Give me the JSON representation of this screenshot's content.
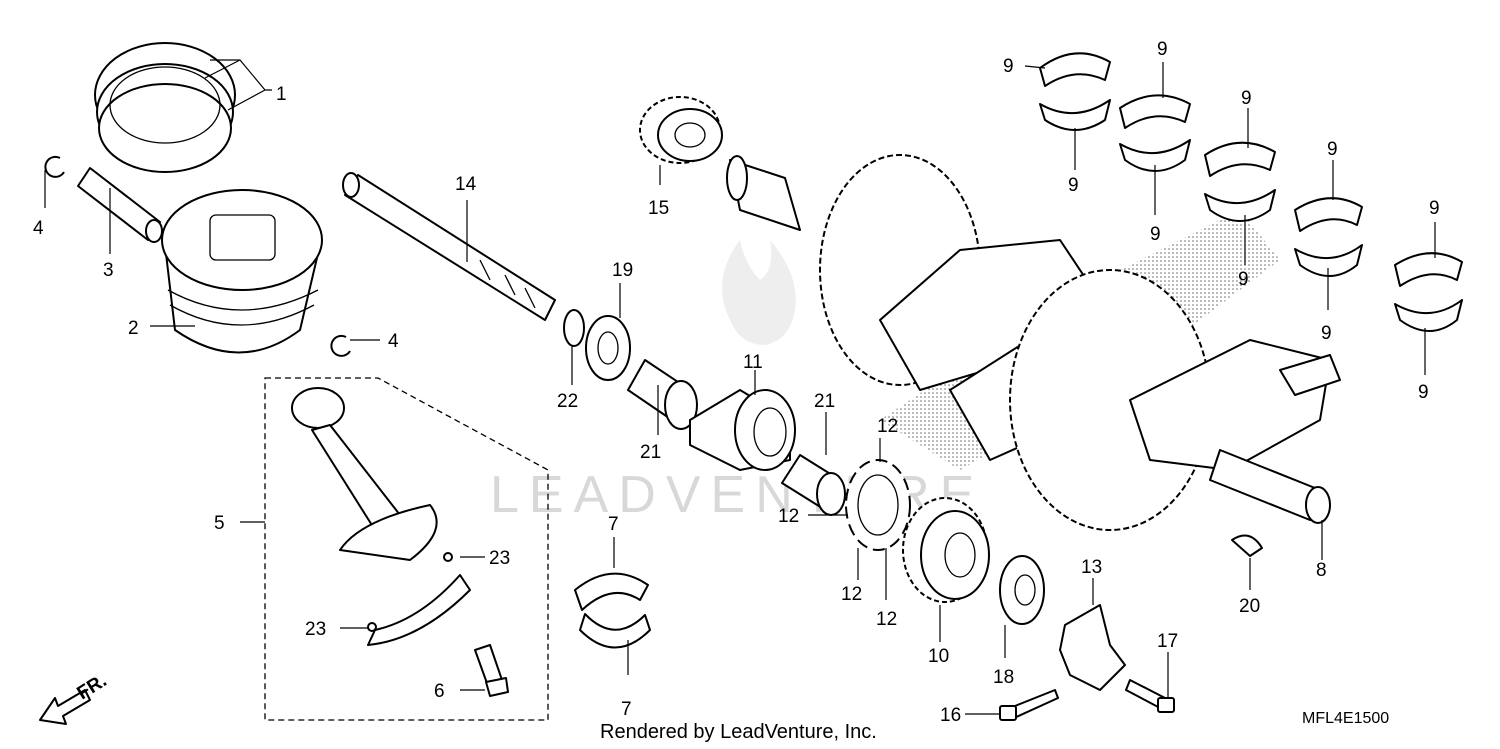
{
  "callouts": {
    "c1": "1",
    "c2": "2",
    "c3": "3",
    "c4a": "4",
    "c4b": "4",
    "c5": "5",
    "c6": "6",
    "c7a": "7",
    "c7b": "7",
    "c8": "8",
    "c9a": "9",
    "c9b": "9",
    "c9c": "9",
    "c9d": "9",
    "c9e": "9",
    "c9f": "9",
    "c9g": "9",
    "c9h": "9",
    "c9i": "9",
    "c9j": "9",
    "c10": "10",
    "c11": "11",
    "c12a": "12",
    "c12b": "12",
    "c12c": "12",
    "c12d": "12",
    "c13": "13",
    "c14": "14",
    "c15": "15",
    "c16": "16",
    "c17": "17",
    "c18": "18",
    "c19": "19",
    "c20": "20",
    "c21a": "21",
    "c21b": "21",
    "c22": "22",
    "c23a": "23",
    "c23b": "23"
  },
  "footer": {
    "credit": "Rendered by LeadVenture, Inc.",
    "diagram_code": "MFL4E1500",
    "front_marker": "FR."
  },
  "watermark": {
    "text": "LEADVENTURE"
  },
  "colors": {
    "ink": "#000000",
    "background": "#ffffff",
    "watermark": "#d8d8d8"
  }
}
